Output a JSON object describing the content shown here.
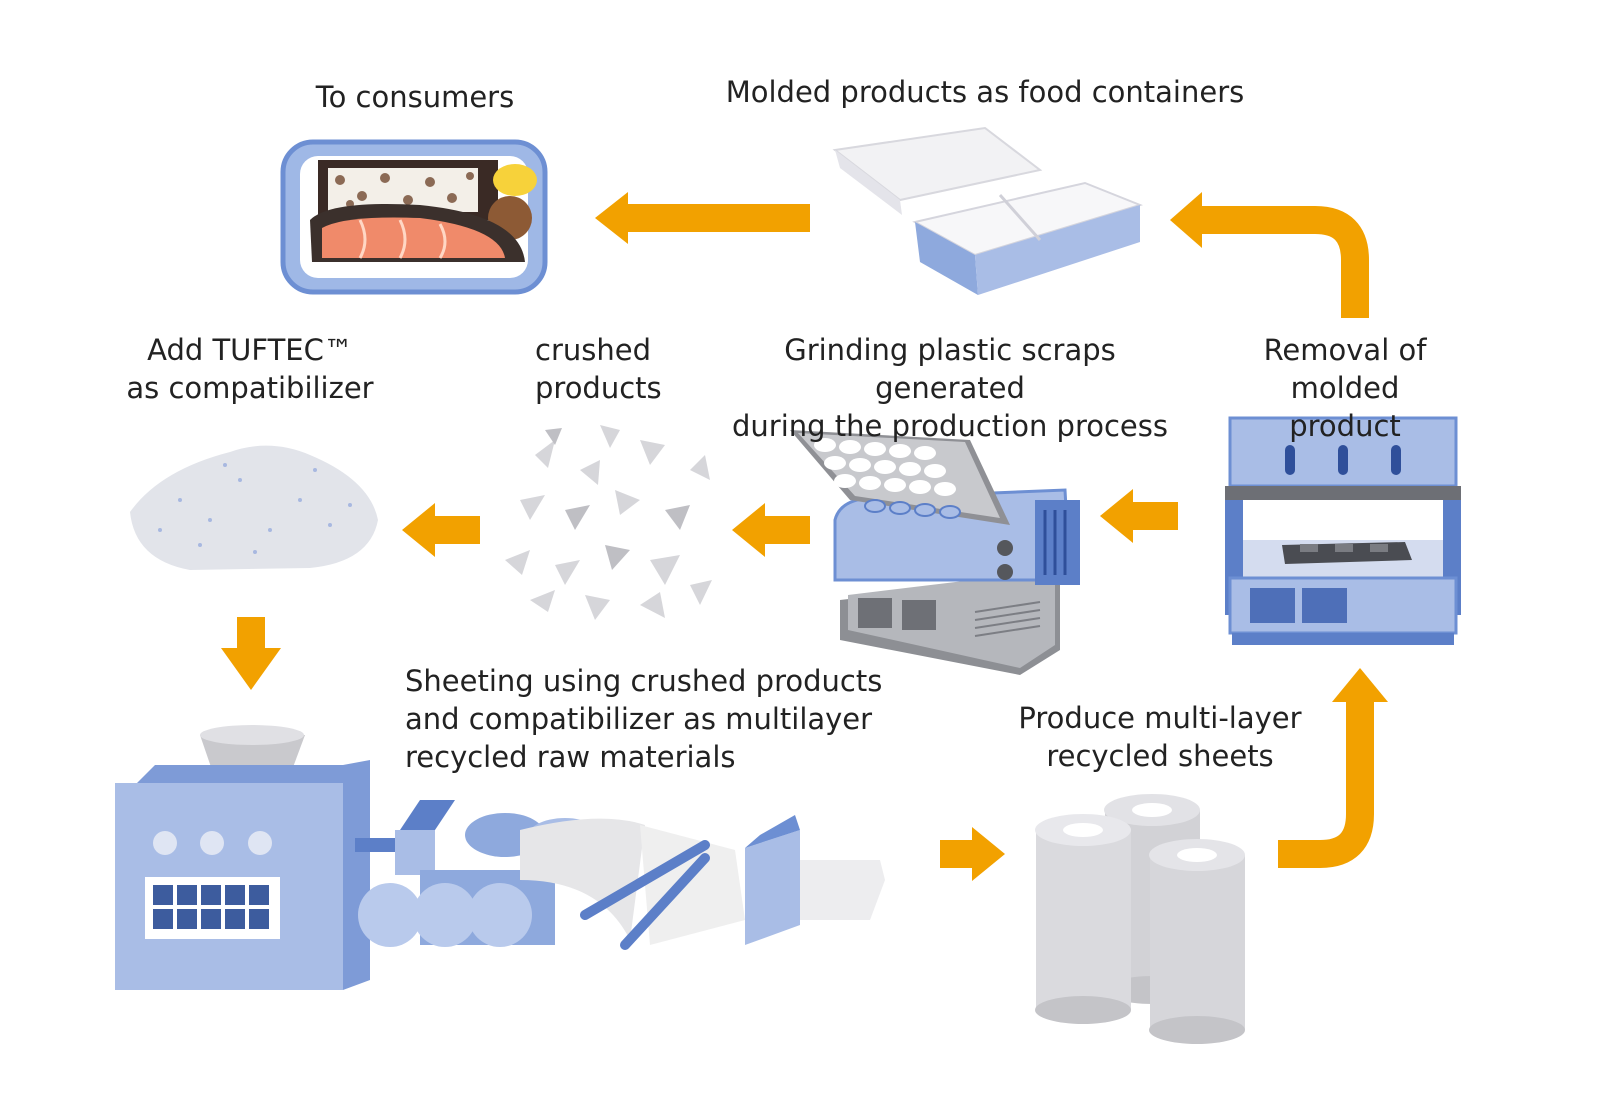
{
  "labels": {
    "to_consumers": "To consumers",
    "molded_products": "Molded products as food containers",
    "add_tuftec": "Add TUFTEC™\nas compatibilizer",
    "crushed_products": "crushed\nproducts",
    "grinding": "Grinding plastic scraps generated\nduring the production process",
    "removal": "Removal of molded\nproduct",
    "sheeting": "Sheeting using crushed products\nand compatibilizer as multilayer\nrecycled raw materials",
    "produce_sheets": "Produce multi-layer\nrecycled sheets"
  },
  "colors": {
    "arrow": "#f2a100",
    "machine_blue": "#a9bde6",
    "machine_dark": "#5c7fc8",
    "gray": "#d4d4d4",
    "salmon": "#f08a6a"
  }
}
